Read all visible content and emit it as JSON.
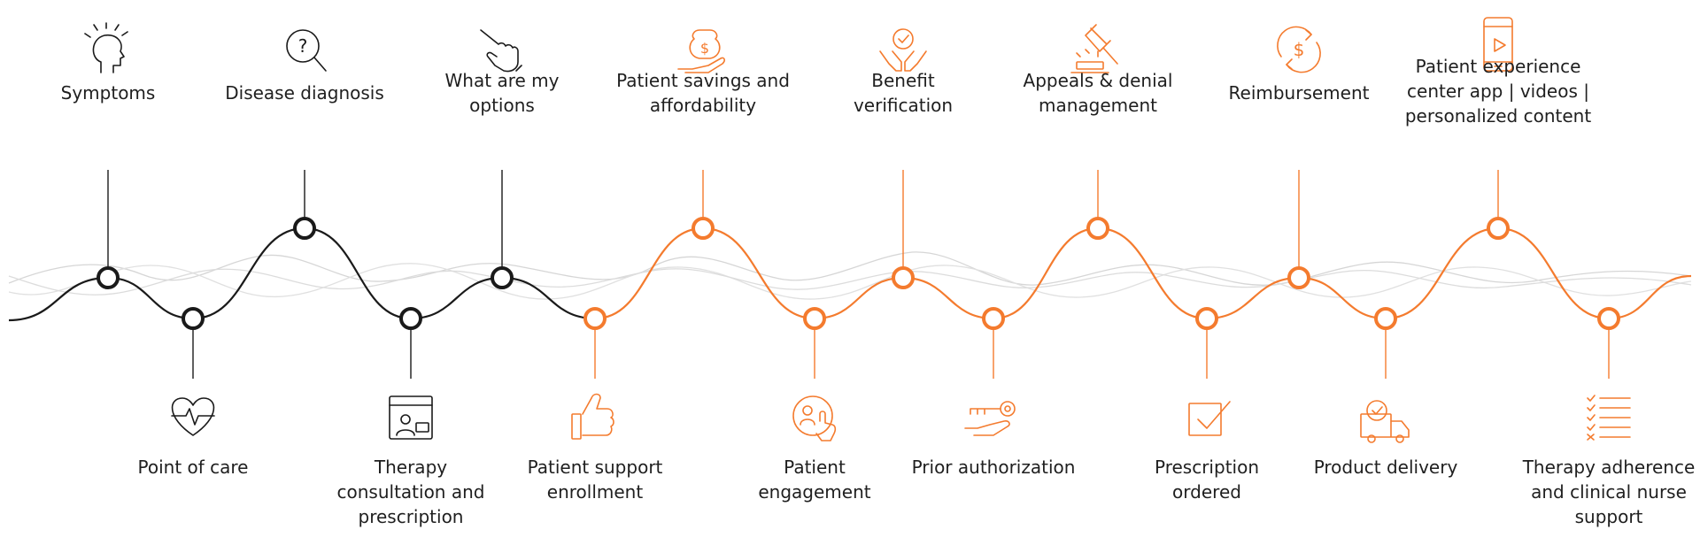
{
  "colors": {
    "dark": "#1a1a1a",
    "accent": "#f47b2e",
    "background_wave": "#d4d4d4",
    "text": "#1f1f1f"
  },
  "milestones": [
    {
      "id": "symptoms",
      "lines": [
        "Symptoms"
      ],
      "icon": "head-thinking-icon",
      "color": "dark"
    },
    {
      "id": "point-of-care",
      "lines": [
        "Point of care"
      ],
      "icon": "heart-pulse-icon",
      "color": "dark"
    },
    {
      "id": "disease-diagnosis",
      "lines": [
        "Disease diagnosis"
      ],
      "icon": "question-magnifier-icon",
      "color": "dark"
    },
    {
      "id": "therapy-consultation",
      "lines": [
        "Therapy",
        "consultation and",
        "prescription"
      ],
      "icon": "telehealth-window-icon",
      "color": "dark"
    },
    {
      "id": "what-are-my-options",
      "lines": [
        "What are my",
        "options"
      ],
      "icon": "pointing-hand-icon",
      "color": "dark"
    },
    {
      "id": "patient-support-enrollment",
      "lines": [
        "Patient support",
        "enrollment"
      ],
      "icon": "thumbs-up-icon",
      "color": "accent"
    },
    {
      "id": "patient-savings",
      "lines": [
        "Patient savings and",
        "affordability"
      ],
      "icon": "money-bag-hand-icon",
      "color": "accent"
    },
    {
      "id": "patient-engagement",
      "lines": [
        "Patient",
        "engagement"
      ],
      "icon": "touch-user-icon",
      "color": "accent"
    },
    {
      "id": "benefit-verification",
      "lines": [
        "Benefit",
        "verification"
      ],
      "icon": "hands-check-icon",
      "color": "accent"
    },
    {
      "id": "prior-authorization",
      "lines": [
        "Prior authorization"
      ],
      "icon": "key-hand-icon",
      "color": "accent"
    },
    {
      "id": "appeals-denial",
      "lines": [
        "Appeals & denial",
        "management"
      ],
      "icon": "gavel-icon",
      "color": "accent"
    },
    {
      "id": "prescription-ordered",
      "lines": [
        "Prescription",
        "ordered"
      ],
      "icon": "checkbox-icon",
      "color": "accent"
    },
    {
      "id": "reimbursement",
      "lines": [
        "Reimbursement"
      ],
      "icon": "dollar-cycle-icon",
      "color": "accent"
    },
    {
      "id": "product-delivery",
      "lines": [
        "Product delivery"
      ],
      "icon": "delivery-truck-icon",
      "color": "accent"
    },
    {
      "id": "patient-experience-center",
      "lines": [
        "Patient experience",
        "center app | videos |",
        "personalized content"
      ],
      "icon": "mobile-video-icon",
      "color": "accent"
    },
    {
      "id": "therapy-adherence",
      "lines": [
        "Therapy adherence",
        "and clinical nurse",
        "support"
      ],
      "icon": "checklist-icon",
      "color": "accent"
    }
  ]
}
